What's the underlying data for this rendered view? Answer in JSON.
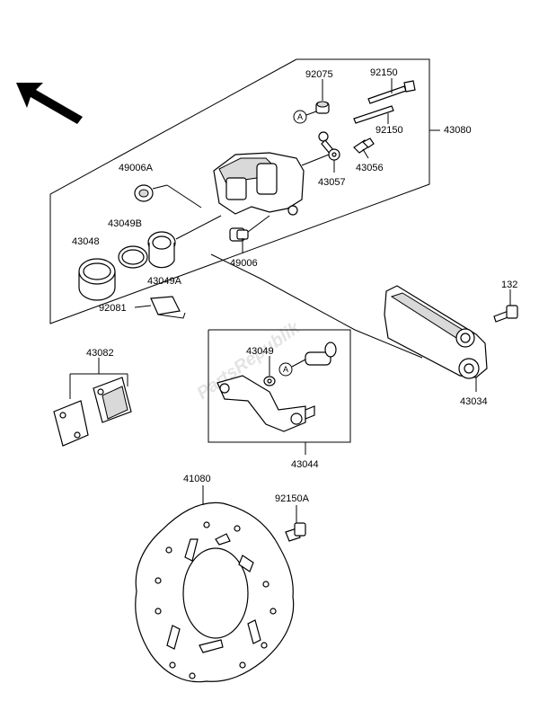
{
  "watermark": "PartsRepublik",
  "labels": {
    "p92075": "92075",
    "p92150_top": "92150",
    "p92150_mid": "92150",
    "p43080": "43080",
    "p43056": "43056",
    "p43057": "43057",
    "p49006A": "49006A",
    "p43049B": "43049B",
    "p43048": "43048",
    "p49006": "49006",
    "p43049A": "43049A",
    "p92081": "92081",
    "p132": "132",
    "p43082": "43082",
    "p43049": "43049",
    "p43034": "43034",
    "p43044": "43044",
    "p41080": "41080",
    "p92150A": "92150A"
  },
  "callouts": {
    "a_top": "A",
    "a_bottom": "A"
  }
}
